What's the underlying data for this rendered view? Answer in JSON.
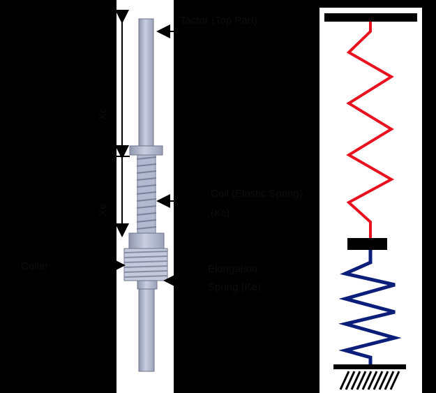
{
  "labels": {
    "tactor": "Tactor (Top Part)",
    "coil_spring_line1": "Coil (Elastic Spring)",
    "coil_spring_line2": "(Kc)",
    "collar": "Collar",
    "elongation_line1": "Elongation",
    "elongation_line2": "Spring (Ke)",
    "dim_upper": "Xc",
    "dim_lower": "Xe"
  },
  "colors": {
    "background": "#000000",
    "panel": "#ffffff",
    "spring_top": "#e8111e",
    "spring_bottom": "#0b1f7a",
    "bars": "#000000",
    "shaft": "#b9bfd6",
    "shaft_dark": "#8f96ad"
  }
}
